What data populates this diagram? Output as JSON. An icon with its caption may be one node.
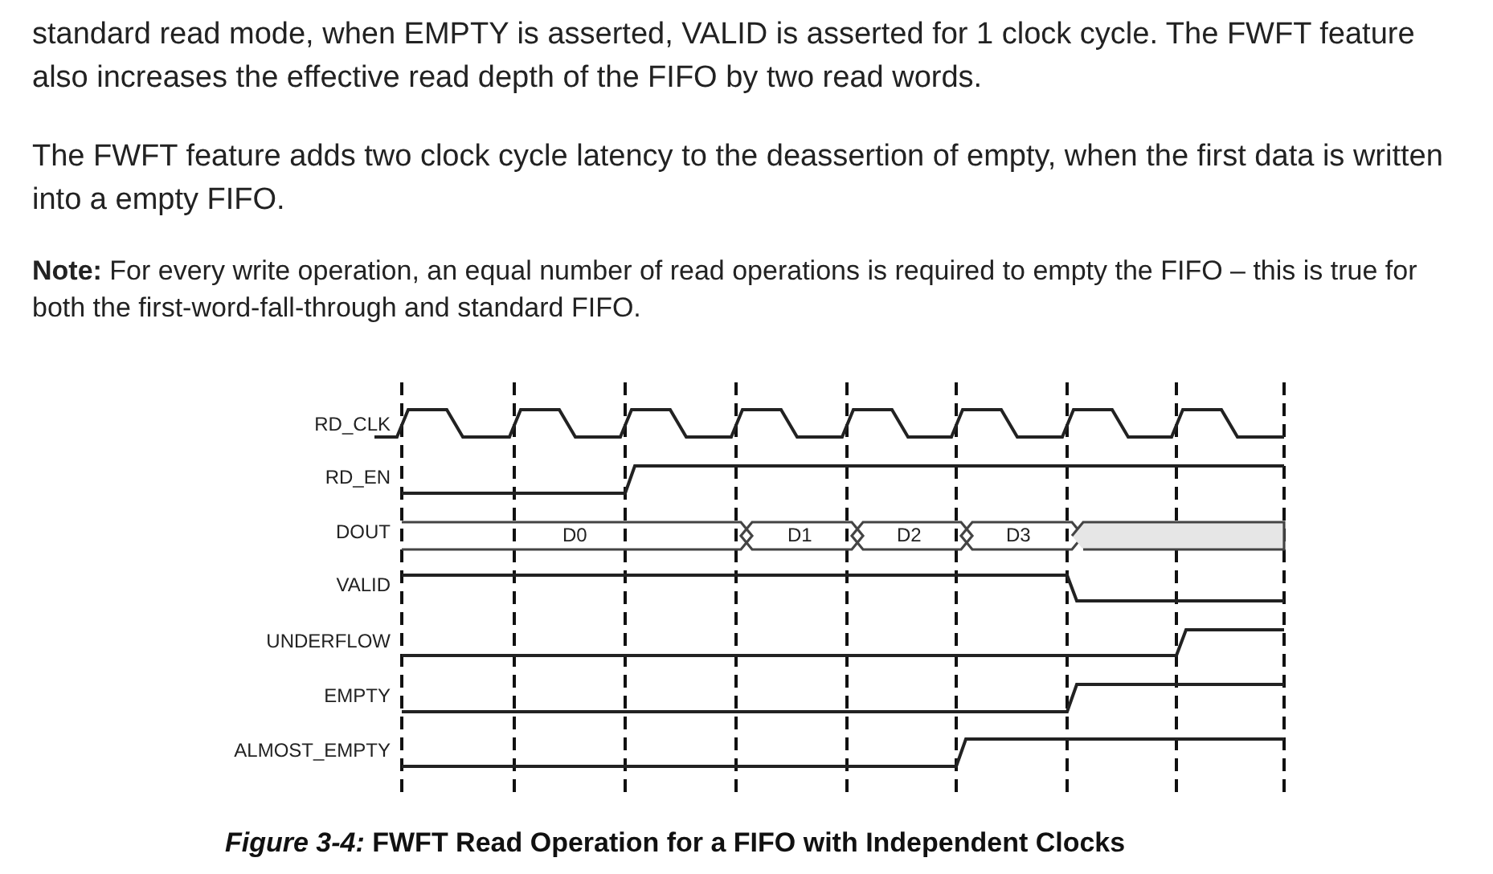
{
  "diagram": {
    "caption": "*Figure 3-4:* FWFT Read Operation for a FIFO with Independent Clocks",
    "labels": [
      "standard read mode, when EMPTY is asserted, VALID is asserted for 1 clock cycle. The FWFT feature also increases the effective read depth of the FIFO by two read words.",
      "The FWFT feature adds two clock cycle latency to the deassertion of empty, when the first data is written into a empty FIFO.",
      "**Note:** For every write operation, an equal number of read operations is required to empty the FIFO – this is true for both the first-word-fall-through and standard FIFO.",
      "RD_CLK",
      "RD_EN",
      "DOUT",
      "VALID",
      "UNDERFLOW",
      "EMPTY",
      "ALMOST_EMPTY",
      "D0",
      "D1",
      "D2",
      "D3"
    ]
  }
}
